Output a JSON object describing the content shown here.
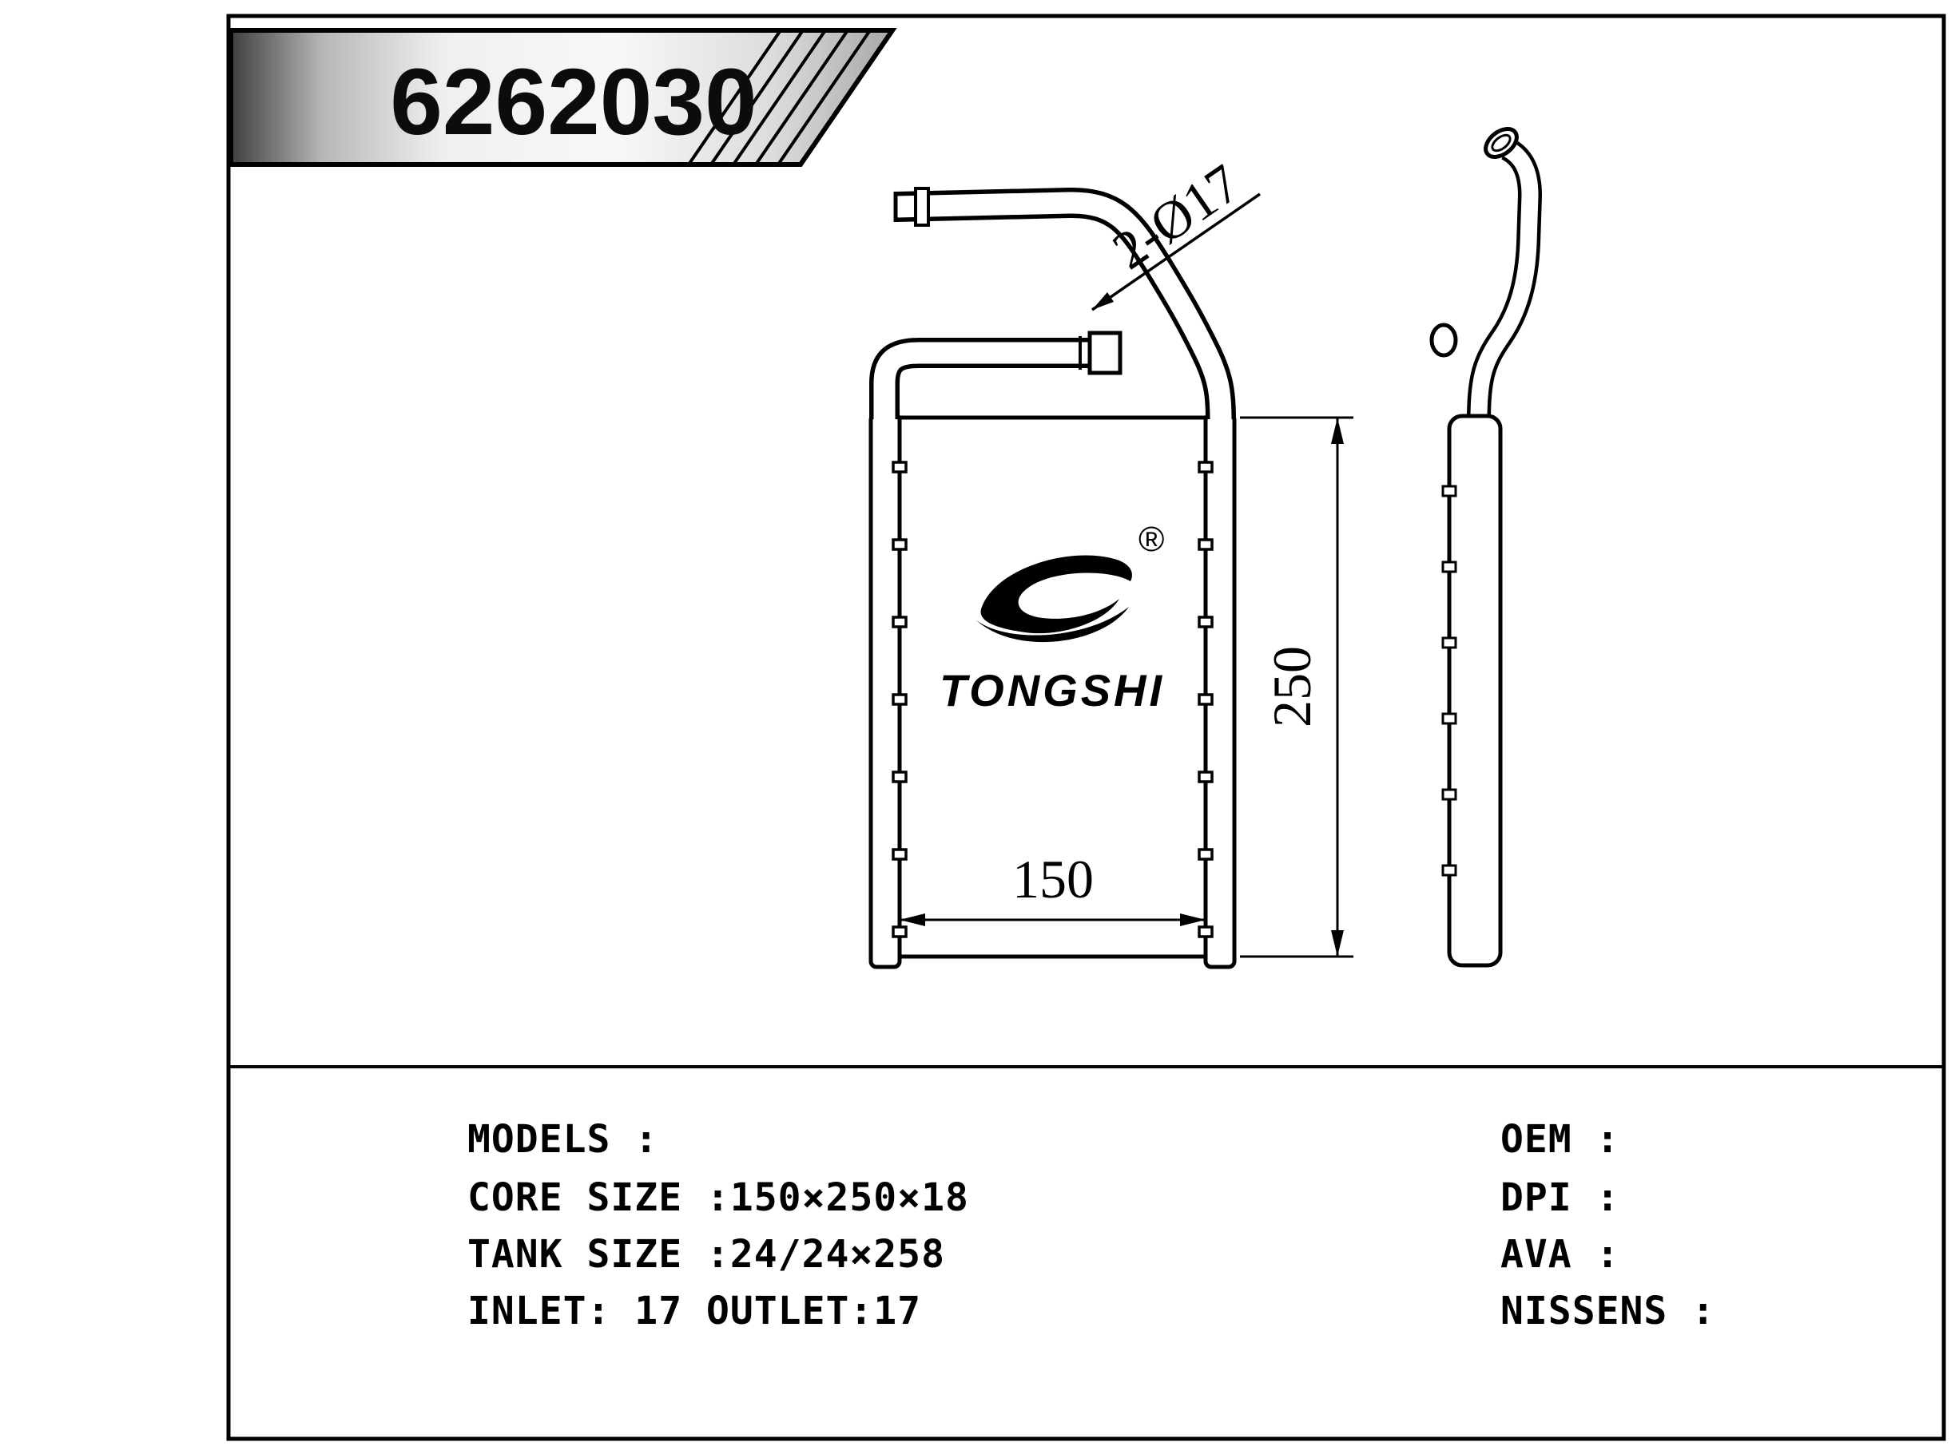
{
  "banner": {
    "part_number": "6262030"
  },
  "drawing": {
    "pipe_callout": "2-Ø17",
    "dim_height": "250",
    "dim_width": "150",
    "logo_brand": "TONGSHI",
    "logo_registered": "®"
  },
  "specs": {
    "left": [
      "MODELS :",
      "CORE SIZE :150×250×18",
      "TANK SIZE :24/24×258",
      "INLET: 17  OUTLET:17"
    ],
    "right": [
      "OEM :",
      "DPI :",
      "AVA :",
      "NISSENS :"
    ]
  }
}
